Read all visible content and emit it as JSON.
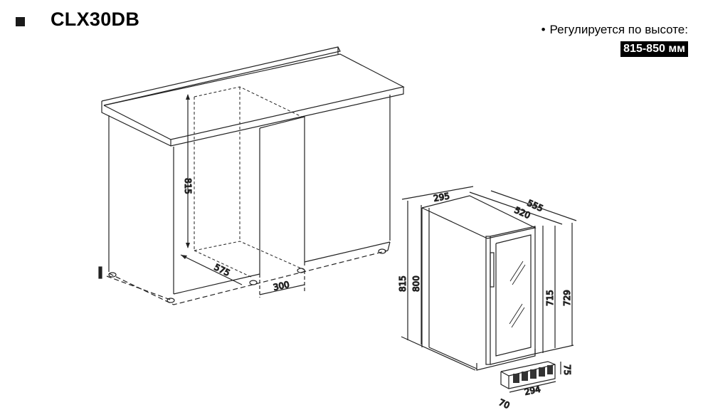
{
  "header": {
    "bullet_icon": "black-square",
    "model": "CLX30DB"
  },
  "spec": {
    "label": "Регулируется по высоте:",
    "bullet": "•",
    "value": "815-850 мм"
  },
  "cabinet_diagram": {
    "niche_height": "815",
    "niche_depth": "575",
    "niche_width": "300"
  },
  "appliance_diagram": {
    "width": "295",
    "depth_total": "555",
    "depth_body": "520",
    "height_total": "815",
    "height_body": "800",
    "height_rear_1": "715",
    "height_rear_2": "729"
  },
  "plinth_grille": {
    "length": "294",
    "depth": "70",
    "height": "75"
  }
}
